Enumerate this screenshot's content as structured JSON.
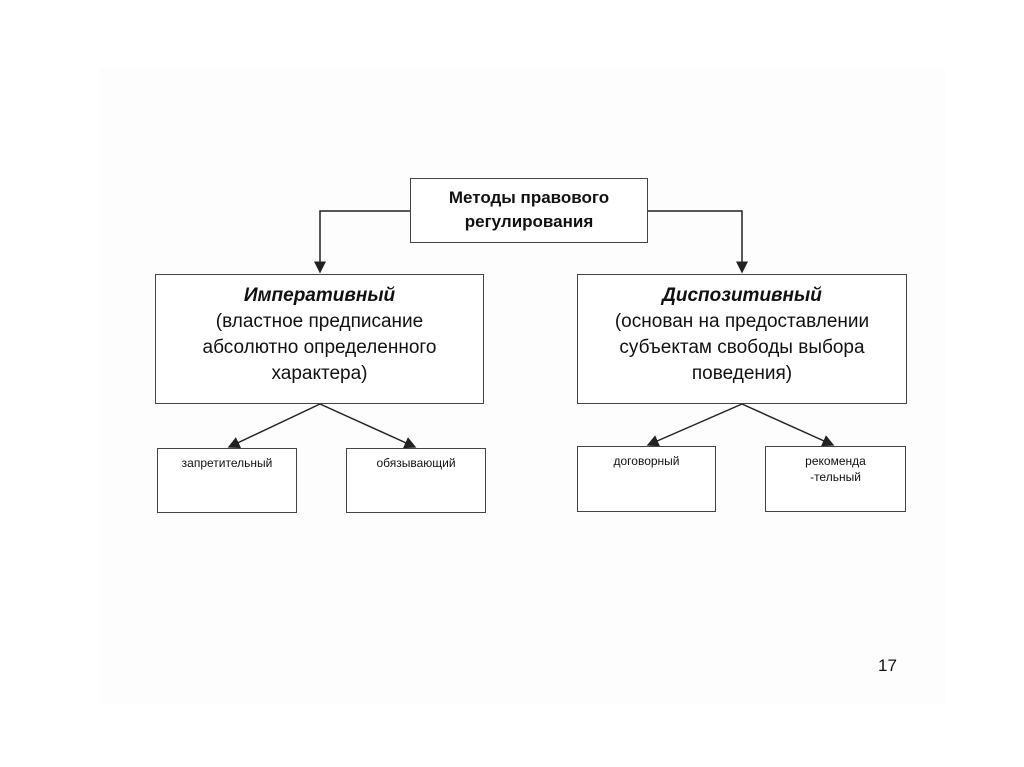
{
  "root": {
    "label": "Методы правового регулирования"
  },
  "methods": [
    {
      "title": "Императивный",
      "description": "(властное предписание абсолютно определенного характера)",
      "children": [
        "запретительный",
        "обязывающий"
      ]
    },
    {
      "title": "Диспозитивный",
      "description": "(основан на предоставлении субъектам свободы выбора поведения)",
      "children": [
        "договорный",
        "рекоменда-тельный"
      ]
    }
  ],
  "page_number": "17"
}
